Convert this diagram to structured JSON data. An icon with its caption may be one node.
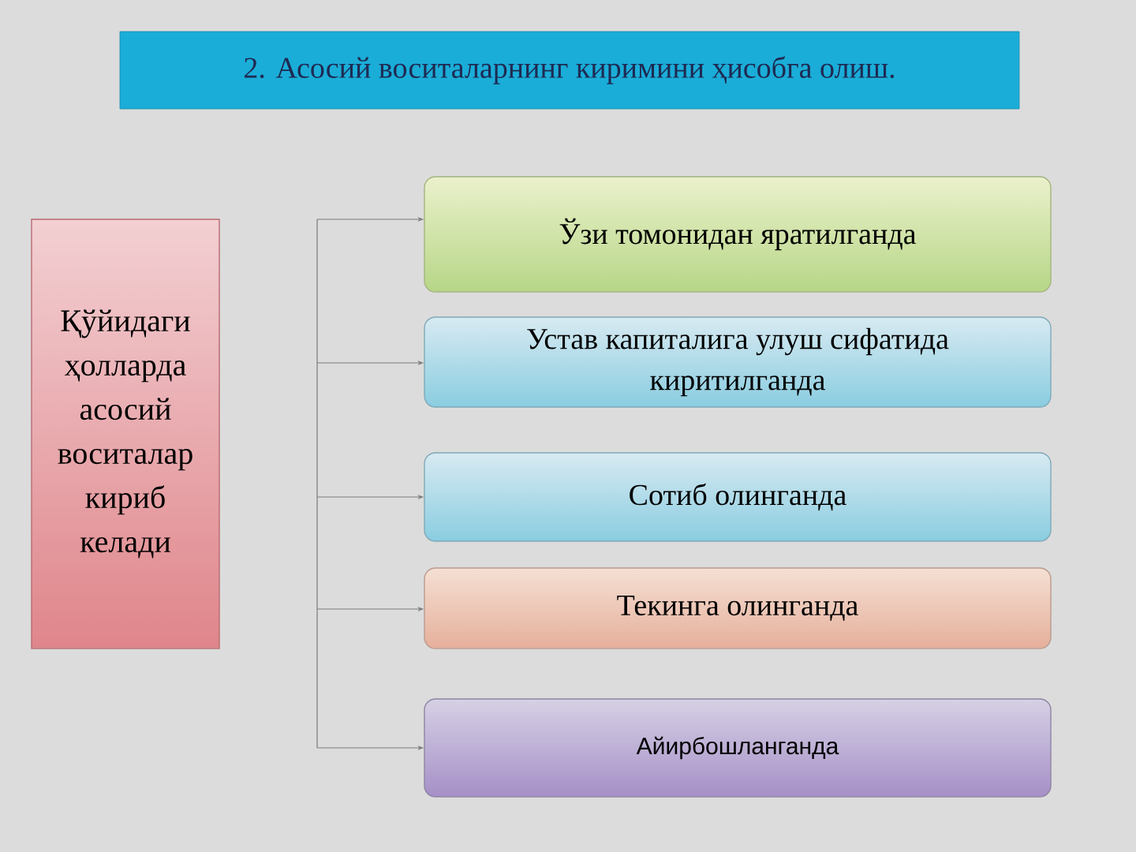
{
  "diagram": {
    "title": "2. Асосий воситаларнинг киримини ҳисобга олиш.",
    "nodes": [
      {
        "text": [
          "Қўйидаги ҳолларда асосий воситалар кириб келади"
        ]
      },
      {
        "text": [
          "Ўзи томонидан яратилганда"
        ]
      },
      {
        "text": [
          "Устав капиталига улуш сифатида киритилганда"
        ]
      },
      {
        "text": [
          "Сотиб олинганда"
        ]
      },
      {
        "text": [
          "Текинга олинганда"
        ]
      },
      {
        "text": [
          "Айирбошланганда"
        ]
      }
    ],
    "edges": [
      {
        "from": null,
        "to": 1,
        "arrow": "to"
      },
      {
        "from": null,
        "to": 2,
        "arrow": "to"
      },
      {
        "from": null,
        "to": 3,
        "arrow": "to"
      },
      {
        "from": null,
        "to": 4,
        "arrow": "to"
      },
      {
        "from": null,
        "to": 5,
        "arrow": "to"
      }
    ]
  }
}
